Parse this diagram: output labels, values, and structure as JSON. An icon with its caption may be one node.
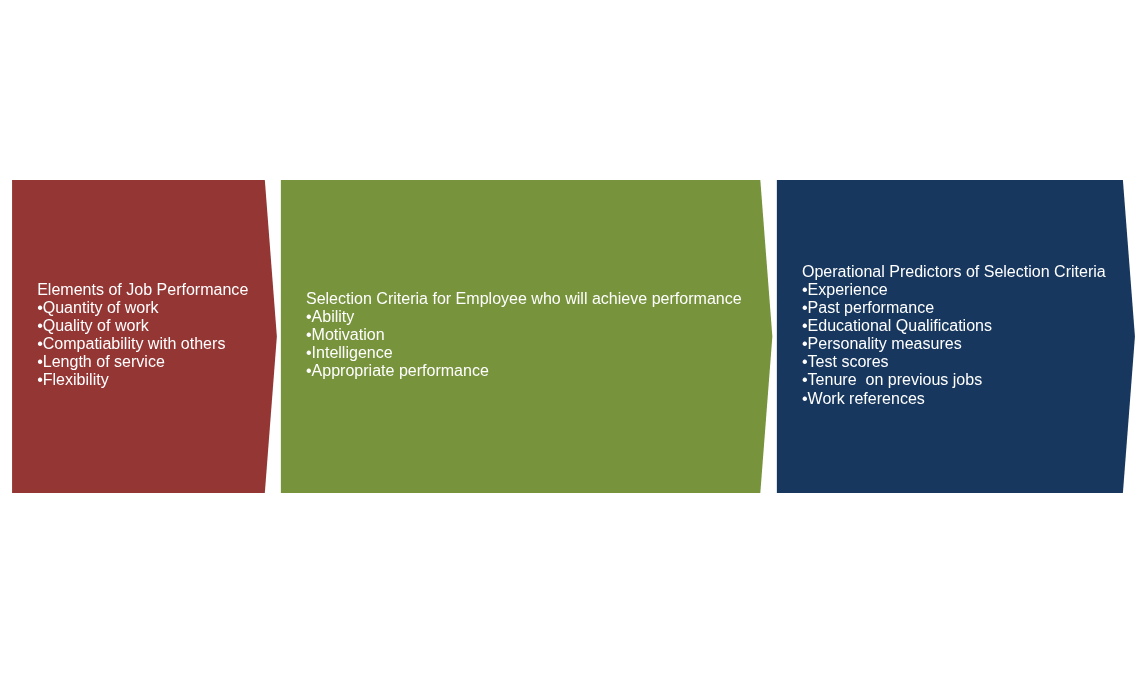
{
  "diagram": {
    "nodes": [
      {
        "text": [
          "Elements of Job Performance",
          "•Quantity of work",
          "•Quality of work",
          "•Compatiability with others",
          "•Length of service",
          "•Flexibility"
        ]
      },
      {
        "text": [
          "Selection Criteria for Employee who will achieve performance",
          "•Ability",
          "•Motivation",
          "•Intelligence",
          "•Appropriate performance"
        ]
      },
      {
        "text": [
          "Operational Predictors of Selection Criteria",
          "•Experience",
          "•Past performance",
          "•Educational Qualifications",
          "•Personality measures",
          "•Test scores",
          "•Tenure  on previous jobs",
          "•Work references"
        ]
      }
    ]
  }
}
